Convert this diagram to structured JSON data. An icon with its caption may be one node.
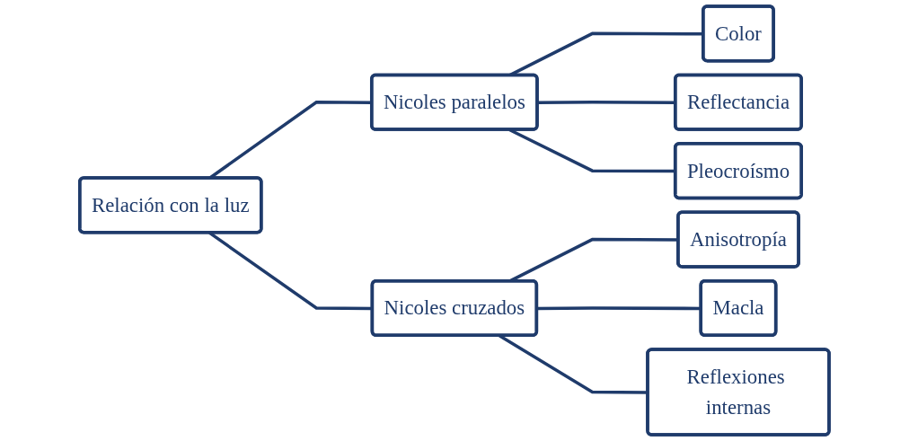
{
  "diagram": {
    "nodes": [
      {
        "text": [
          "Relación con la luz"
        ]
      },
      {
        "text": [
          "Nicoles paralelos"
        ]
      },
      {
        "text": [
          "Color"
        ]
      },
      {
        "text": [
          "Reflectancia"
        ]
      },
      {
        "text": [
          "Pleocroísmo"
        ]
      },
      {
        "text": [
          "Nicoles cruzados"
        ]
      },
      {
        "text": [
          "Anisotropía"
        ]
      },
      {
        "text": [
          "Macla"
        ]
      },
      {
        "text": [
          "Reflexiones internas"
        ]
      }
    ],
    "edges": [
      {
        "from": 0,
        "to": 1,
        "arrow": "none"
      },
      {
        "from": 0,
        "to": 5,
        "arrow": "none"
      },
      {
        "from": 1,
        "to": 2,
        "arrow": "none"
      },
      {
        "from": 1,
        "to": 3,
        "arrow": "none"
      },
      {
        "from": 1,
        "to": 4,
        "arrow": "none"
      },
      {
        "from": 5,
        "to": 6,
        "arrow": "none"
      },
      {
        "from": 5,
        "to": 7,
        "arrow": "none"
      },
      {
        "from": 5,
        "to": 8,
        "arrow": "none"
      }
    ]
  }
}
